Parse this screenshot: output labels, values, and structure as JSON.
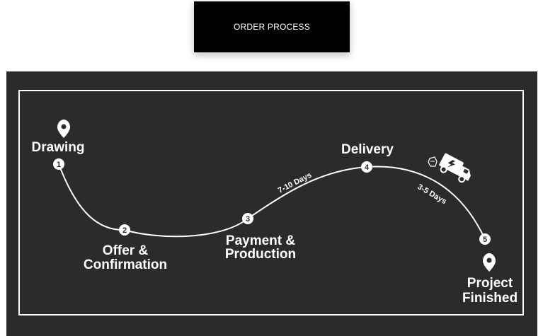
{
  "header": {
    "button_label": "ORDER PROCESS"
  },
  "steps": [
    {
      "number": "1",
      "label_lines": [
        "Drawing"
      ]
    },
    {
      "number": "2",
      "label_lines": [
        "Offer &",
        "Confirmation"
      ]
    },
    {
      "number": "3",
      "label_lines": [
        "Payment &",
        "Production"
      ]
    },
    {
      "number": "4",
      "label_lines": [
        "Delivery"
      ]
    },
    {
      "number": "5",
      "label_lines": [
        "Project",
        "Finished"
      ]
    }
  ],
  "durations": [
    {
      "text": "7-10 Days"
    },
    {
      "text": "3-5 Days"
    }
  ],
  "icons": {
    "start": "location-pin-icon",
    "end": "location-pin-icon",
    "vehicle": "delivery-truck-icon"
  },
  "colors": {
    "background": "#2b2b2b",
    "foreground": "#ffffff",
    "header_bg": "#000000"
  }
}
